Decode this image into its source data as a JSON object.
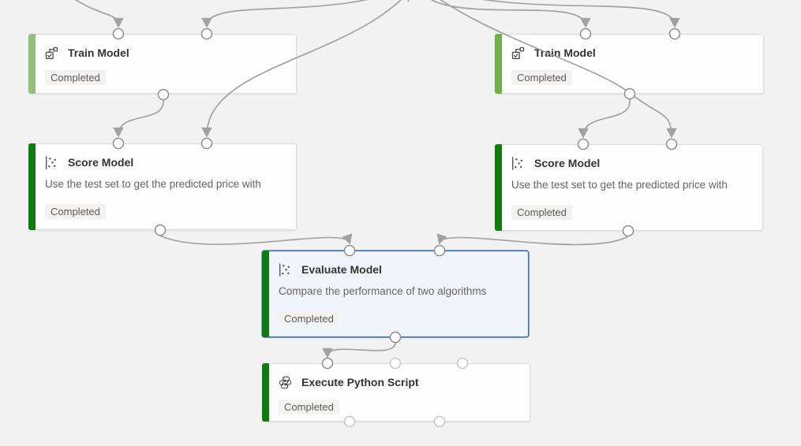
{
  "canvas": {
    "background_color": "#f2f2f2",
    "edge_color": "#a3a19f",
    "selection_color": "#2e6bcd",
    "node_background": "#fdfdfd",
    "selected_node_background": "#f0f5fc",
    "badge_background": "#f3f2f1"
  },
  "nodes": [
    {
      "id": "train-model-left",
      "title": "Train Model",
      "status": "Completed",
      "icon": "train-model-icon",
      "accent_color": "#95bf78",
      "selected": false
    },
    {
      "id": "train-model-right",
      "title": "Train Model",
      "status": "Completed",
      "icon": "train-model-icon",
      "accent_color": "#72ad4c",
      "selected": false
    },
    {
      "id": "score-model-left",
      "title": "Score Model",
      "comment": "Use the test set to get the predicted price with",
      "status": "Completed",
      "icon": "scatter-plot-icon",
      "accent_color": "#107c10",
      "selected": false
    },
    {
      "id": "score-model-right",
      "title": "Score Model",
      "comment": "Use the test set to get the predicted price with",
      "status": "Completed",
      "icon": "scatter-plot-icon",
      "accent_color": "#107c10",
      "selected": false
    },
    {
      "id": "evaluate-model",
      "title": "Evaluate Model",
      "comment": "Compare the performance of two algorithms",
      "status": "Completed",
      "icon": "scatter-plot-icon",
      "accent_color": "#107c10",
      "selected": true
    },
    {
      "id": "execute-python-script",
      "title": "Execute Python Script",
      "status": "Completed",
      "icon": "python-icon",
      "accent_color": "#107c10",
      "selected": false
    }
  ]
}
